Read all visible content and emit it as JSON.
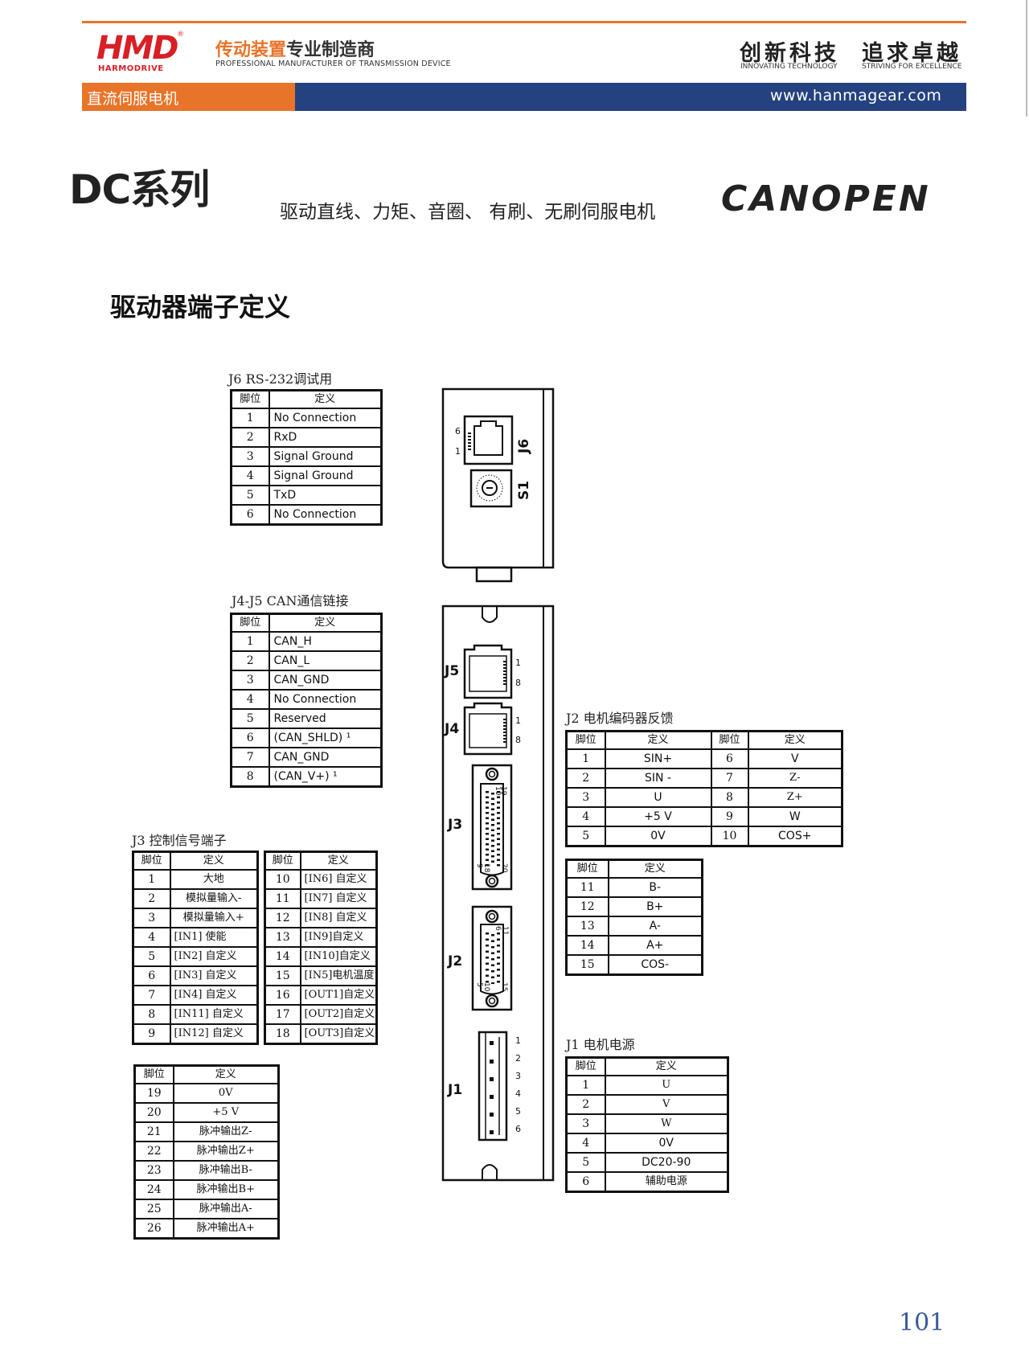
{
  "header": {
    "logo_text": "HMD",
    "logo_sub": "HARMODRIVE",
    "logo_reg": "®",
    "tagline_cn_a": "传动装置",
    "tagline_cn_b": "专业制造商",
    "tagline_en": "PROFESSIONAL MANUFACTURER OF TRANSMISSION DEVICE",
    "slogan_left": "创新科技",
    "slogan_left_en": "INNOVATING TECHNOLOGY",
    "slogan_right": "追求卓越",
    "slogan_right_en": "STRIVING FOR EXCELLENCE",
    "band_label": "直流伺服电机",
    "url": "www.hanmagear.com",
    "accent_orange": "#e8742a",
    "accent_blue": "#24427f",
    "logo_red": "#d81f26"
  },
  "title": {
    "series": "DC系列",
    "subtitle": "驱动直线、力矩、音圈、 有刷、无刷伺服电机",
    "protocol": "CANOPEN",
    "section": "驱动器端子定义"
  },
  "j6": {
    "caption": "J6 RS-232调试用",
    "head_pin": "脚位",
    "head_def": "定义",
    "rows": [
      {
        "pin": "1",
        "def": "No Connection"
      },
      {
        "pin": "2",
        "def": "RxD"
      },
      {
        "pin": "3",
        "def": "Signal Ground"
      },
      {
        "pin": "4",
        "def": "Signal Ground"
      },
      {
        "pin": "5",
        "def": "TxD"
      },
      {
        "pin": "6",
        "def": "No Connection"
      }
    ]
  },
  "j4j5": {
    "caption": "J4-J5 CAN通信链接",
    "head_pin": "脚位",
    "head_def": "定义",
    "rows": [
      {
        "pin": "1",
        "def": "CAN_H"
      },
      {
        "pin": "2",
        "def": "CAN_L"
      },
      {
        "pin": "3",
        "def": "CAN_GND"
      },
      {
        "pin": "4",
        "def": "No Connection"
      },
      {
        "pin": "5",
        "def": "Reserved"
      },
      {
        "pin": "6",
        "def": "(CAN_SHLD) ¹"
      },
      {
        "pin": "7",
        "def": "CAN_GND"
      },
      {
        "pin": "8",
        "def": "(CAN_V+) ¹"
      }
    ]
  },
  "j3": {
    "caption": "J3 控制信号端子",
    "head_pin": "脚位",
    "head_def": "定义",
    "left": [
      {
        "pin": "1",
        "def": "大地"
      },
      {
        "pin": "2",
        "def": "模拟量输入-"
      },
      {
        "pin": "3",
        "def": "模拟量输入+"
      },
      {
        "pin": "4",
        "def": "[IN1] 使能"
      },
      {
        "pin": "5",
        "def": "[IN2] 自定义"
      },
      {
        "pin": "6",
        "def": "[IN3] 自定义"
      },
      {
        "pin": "7",
        "def": "[IN4] 自定义"
      },
      {
        "pin": "8",
        "def": "[IN11] 自定义"
      },
      {
        "pin": "9",
        "def": "[IN12] 自定义"
      }
    ],
    "right": [
      {
        "pin": "10",
        "def": "[IN6] 自定义"
      },
      {
        "pin": "11",
        "def": "[IN7] 自定义"
      },
      {
        "pin": "12",
        "def": "[IN8] 自定义"
      },
      {
        "pin": "13",
        "def": "[IN9]自定义"
      },
      {
        "pin": "14",
        "def": "[IN10]自定义"
      },
      {
        "pin": "15",
        "def": "[IN5]电机温度"
      },
      {
        "pin": "16",
        "def": "[OUT1]自定义"
      },
      {
        "pin": "17",
        "def": "[OUT2]自定义"
      },
      {
        "pin": "18",
        "def": "[OUT3]自定义"
      }
    ],
    "bottom": [
      {
        "pin": "19",
        "def": "0V"
      },
      {
        "pin": "20",
        "def": "+5 V"
      },
      {
        "pin": "21",
        "def": "脉冲输出Z-"
      },
      {
        "pin": "22",
        "def": "脉冲输出Z+"
      },
      {
        "pin": "23",
        "def": "脉冲输出B-"
      },
      {
        "pin": "24",
        "def": "脉冲输出B+"
      },
      {
        "pin": "25",
        "def": "脉冲输出A-"
      },
      {
        "pin": "26",
        "def": "脉冲输出A+"
      }
    ]
  },
  "j2": {
    "caption": "J2 电机编码器反馈",
    "head_pin": "脚位",
    "head_def": "定义",
    "rows": [
      {
        "pin": "1",
        "def": "SIN+",
        "pin2": "6",
        "def2": "V"
      },
      {
        "pin": "2",
        "def": "SIN -",
        "pin2": "7",
        "def2": "Z-"
      },
      {
        "pin": "3",
        "def": "U",
        "pin2": "8",
        "def2": "Z+"
      },
      {
        "pin": "4",
        "def": "+5 V",
        "pin2": "9",
        "def2": "W"
      },
      {
        "pin": "5",
        "def": "0V",
        "pin2": "10",
        "def2": "COS+"
      }
    ],
    "rows_b": [
      {
        "pin": "11",
        "def": "B-"
      },
      {
        "pin": "12",
        "def": "B+"
      },
      {
        "pin": "13",
        "def": "A-"
      },
      {
        "pin": "14",
        "def": "A+"
      },
      {
        "pin": "15",
        "def": "COS-"
      }
    ]
  },
  "j1": {
    "caption": "J1 电机电源",
    "head_pin": "脚位",
    "head_def": "定义",
    "rows": [
      {
        "pin": "1",
        "def": "U"
      },
      {
        "pin": "2",
        "def": "V"
      },
      {
        "pin": "3",
        "def": "W"
      },
      {
        "pin": "4",
        "def": "0V"
      },
      {
        "pin": "5",
        "def": "DC20-90"
      },
      {
        "pin": "6",
        "def": "辅助电源"
      }
    ]
  },
  "drawing": {
    "j6_label": "J6",
    "s1_label": "S1",
    "j6_pin_top": "6",
    "j6_pin_bottom": "1",
    "j5_label": "J5",
    "j4_label": "J4",
    "j3_label": "J3",
    "j2_label": "J2",
    "j1_label": "J1",
    "rj_pin_top": "1",
    "rj_pin_bottom": "8",
    "j3_pins": [
      "10",
      "19",
      "9",
      "18",
      "20"
    ],
    "j2_pins": [
      "6",
      "11",
      "5",
      "10",
      "15"
    ],
    "j1_pins": [
      "1",
      "2",
      "3",
      "4",
      "5",
      "6"
    ]
  },
  "footer": {
    "page_number": "101"
  }
}
